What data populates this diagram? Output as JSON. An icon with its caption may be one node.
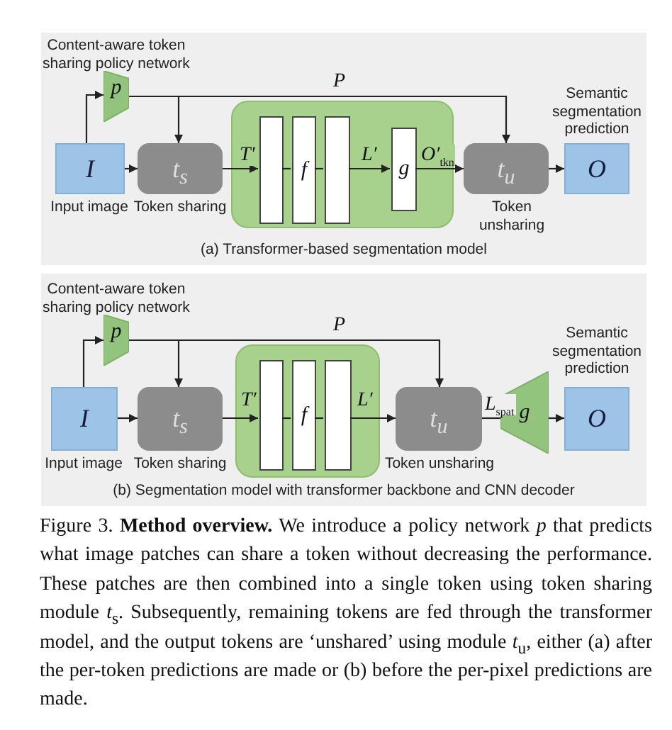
{
  "diagram": {
    "caption": "Figure 3. **Method overview.** We introduce a policy network *p* that predicts what image patches can share a token without decreasing the performance. These patches are then combined into a single token using token sharing module *t*$_{s}$. Subsequently, remaining tokens are fed through the transformer model, and the output tokens are ‘unshared’ using module *t*$_{u}$, either (a) after the per-token predictions are made or (b) before the per-pixel predictions are made.",
    "nodes": [
      {
        "text": [
          "(a) Transformer-based segmentation model"
        ]
      },
      {
        "text": [
          "p"
        ],
        "beside": [
          "Content-aware token sharing policy network"
        ],
        "in": 0
      },
      {
        "text": [
          "I"
        ],
        "beside": [
          "Input image"
        ],
        "in": 0
      },
      {
        "text": [
          "t$_{s}$"
        ],
        "beside": [
          "Token sharing"
        ],
        "in": 0
      },
      {
        "text": [],
        "shape": "box",
        "in": 0
      },
      {
        "text": [],
        "shape": "bar",
        "in": 4
      },
      {
        "text": [
          "f"
        ],
        "in": 4
      },
      {
        "text": [],
        "shape": "bar",
        "in": 4
      },
      {
        "text": [
          "g"
        ],
        "in": 4
      },
      {
        "text": [
          "t$_{u}$"
        ],
        "beside": [
          "Token unsharing"
        ],
        "in": 0
      },
      {
        "text": [
          "O"
        ],
        "beside": [
          "Semantic segmentation prediction"
        ],
        "in": 0
      },
      {
        "text": [
          "(b) Segmentation model with transformer backbone and CNN decoder"
        ]
      },
      {
        "text": [
          "p"
        ],
        "beside": [
          "Content-aware token sharing policy network"
        ],
        "in": 11
      },
      {
        "text": [
          "I"
        ],
        "beside": [
          "Input image"
        ],
        "in": 11
      },
      {
        "text": [
          "t$_{s}$"
        ],
        "beside": [
          "Token sharing"
        ],
        "in": 11
      },
      {
        "text": [],
        "shape": "box",
        "in": 11
      },
      {
        "text": [],
        "shape": "bar",
        "in": 15
      },
      {
        "text": [
          "f"
        ],
        "in": 15
      },
      {
        "text": [],
        "shape": "bar",
        "in": 15
      },
      {
        "text": [
          "t$_{u}$"
        ],
        "beside": [
          "Token unsharing"
        ],
        "in": 11
      },
      {
        "text": [
          "g"
        ],
        "in": 11
      },
      {
        "text": [
          "O"
        ],
        "beside": [
          "Semantic segmentation prediction"
        ],
        "in": 11
      }
    ],
    "edges": [
      {
        "from": 2,
        "to": 1,
        "arrow": "to"
      },
      {
        "from": 1,
        "to": 3,
        "arrow": "to"
      },
      {
        "from": 1,
        "to": 9,
        "arrow": "to",
        "label": "P"
      },
      {
        "from": 2,
        "to": 3,
        "arrow": "to"
      },
      {
        "from": 3,
        "to": 5,
        "arrow": "to",
        "label": "T′"
      },
      {
        "from": 5,
        "to": 6,
        "arrow": "none"
      },
      {
        "from": 6,
        "to": 7,
        "arrow": "none"
      },
      {
        "from": 7,
        "to": 8,
        "arrow": "to",
        "label": "L′"
      },
      {
        "from": 8,
        "to": 9,
        "arrow": "to",
        "label": "O′$_{tkn}$"
      },
      {
        "from": 9,
        "to": 10,
        "arrow": "to"
      },
      {
        "from": 13,
        "to": 12,
        "arrow": "to"
      },
      {
        "from": 12,
        "to": 14,
        "arrow": "to"
      },
      {
        "from": 12,
        "to": 19,
        "arrow": "to",
        "label": "P"
      },
      {
        "from": 13,
        "to": 14,
        "arrow": "to"
      },
      {
        "from": 14,
        "to": 16,
        "arrow": "to",
        "label": "T′"
      },
      {
        "from": 16,
        "to": 17,
        "arrow": "none"
      },
      {
        "from": 17,
        "to": 18,
        "arrow": "none"
      },
      {
        "from": 18,
        "to": 19,
        "arrow": "to",
        "label": "L′"
      },
      {
        "from": 19,
        "to": 20,
        "arrow": "none",
        "label": "L$_{spat}$"
      },
      {
        "from": 20,
        "to": 21,
        "arrow": "to"
      }
    ]
  }
}
